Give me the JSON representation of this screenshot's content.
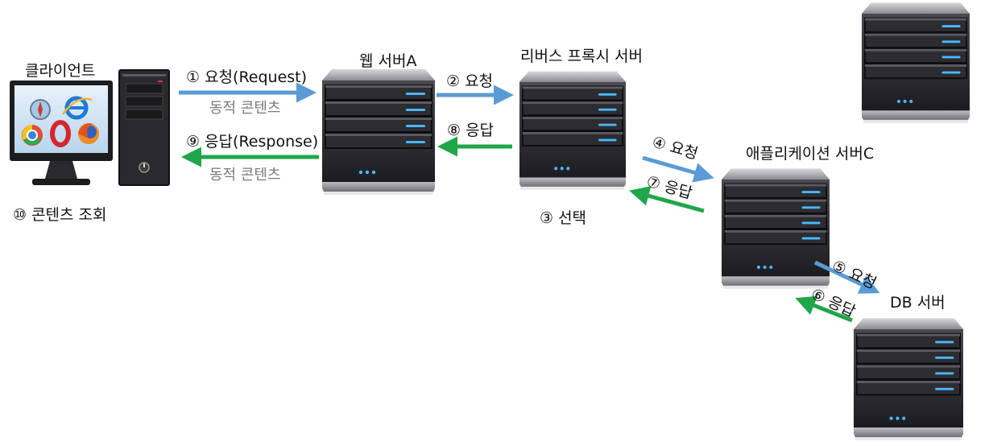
{
  "nodes": {
    "client": "클라이언트",
    "web_server": "웹 서버A",
    "reverse_proxy": "리버스 프록시 서버",
    "app_server": "애플리케이션 서버C",
    "db_server": "DB 서버"
  },
  "flows": {
    "step1": "① 요청(Request)",
    "step1_sub": "동적 콘텐츠",
    "step9": "⑨ 응답(Response)",
    "step9_sub": "동적 콘텐츠",
    "step2": "② 요청",
    "step8": "⑧ 응답",
    "step3": "③ 선택",
    "step4": "④ 요청",
    "step7": "⑦ 응답",
    "step5": "⑤ 요청",
    "step6": "⑥ 응답",
    "step10": "⑩ 콘텐츠 조회"
  },
  "colors": {
    "request_arrow": "#5b9bd5",
    "response_arrow": "#1fa64a",
    "sub_text": "#7a7a7a"
  },
  "icons": [
    "server-icon",
    "monitor-icon",
    "pc-tower-icon",
    "safari-icon",
    "ie-icon",
    "chrome-icon",
    "opera-icon",
    "firefox-icon"
  ]
}
